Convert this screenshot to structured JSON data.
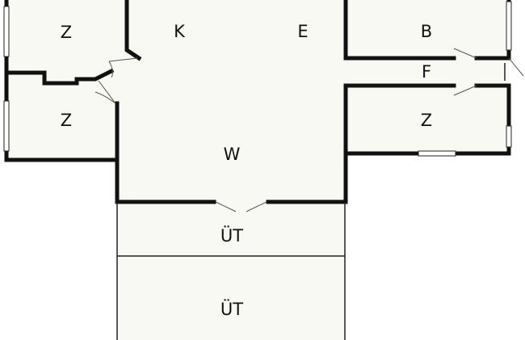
{
  "rooms": [
    {
      "id": "room-z-top-left",
      "label": "Z"
    },
    {
      "id": "room-z-mid-left",
      "label": "Z"
    },
    {
      "id": "room-k",
      "label": "K"
    },
    {
      "id": "room-e",
      "label": "E"
    },
    {
      "id": "room-b",
      "label": "B"
    },
    {
      "id": "room-f",
      "label": "F"
    },
    {
      "id": "room-z-right",
      "label": "Z"
    },
    {
      "id": "room-w",
      "label": "W"
    },
    {
      "id": "room-ut-upper",
      "label": "ÜT"
    },
    {
      "id": "room-ut-lower",
      "label": "ÜT"
    }
  ],
  "colors": {
    "wall": "#111111",
    "floor": "#f9f9f4",
    "background": "#ffffff"
  }
}
